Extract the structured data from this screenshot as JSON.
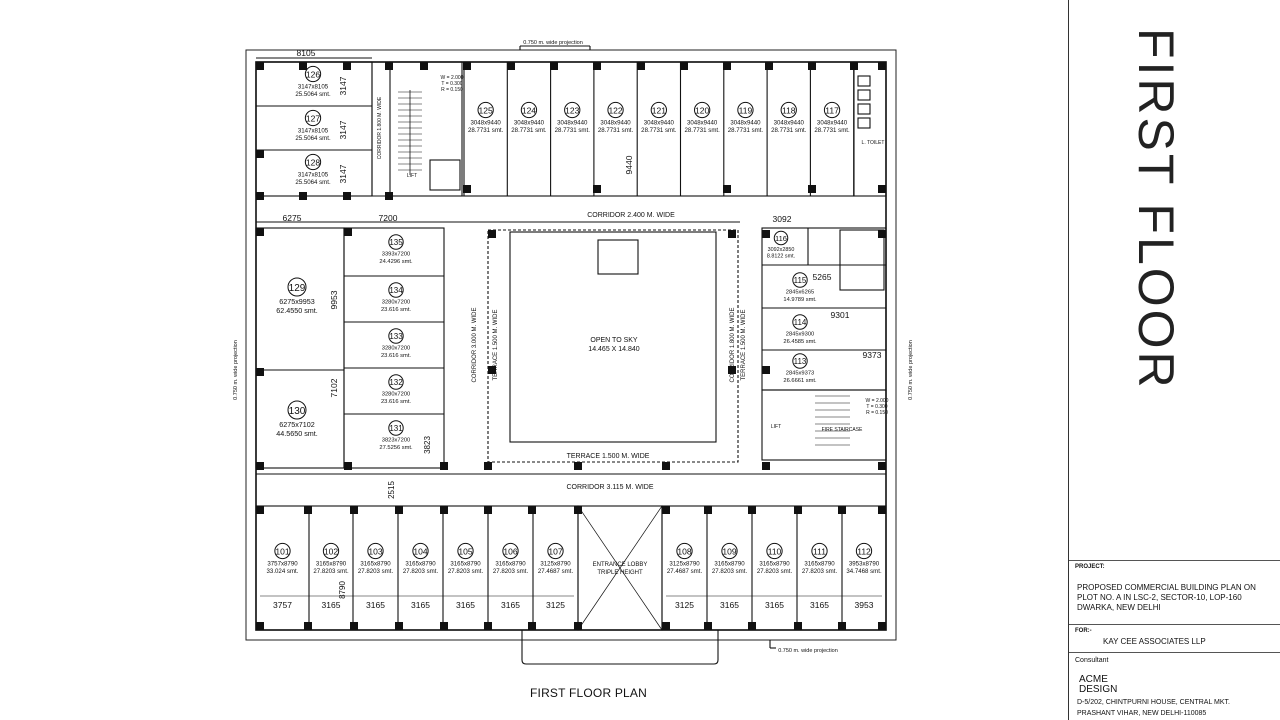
{
  "sheet": {
    "vertical_title": "FIRST FLOOR",
    "plan_caption": "FIRST FLOOR PLAN",
    "project_label": "PROJECT:",
    "project_text": [
      "PROPOSED COMMERCIAL BUILDING PLAN ON",
      "PLOT NO. A IN LSC-2, SECTOR-10, LOP-160",
      "DWARKA, NEW DELHI"
    ],
    "for_label": "FOR:-",
    "for_text": "KAY CEE ASSOCIATES LLP",
    "consultant_label": "Consultant",
    "consultant_name": [
      "ACME",
      "DESIGN"
    ],
    "consultant_address": [
      "D-5/202, CHINTPURNI HOUSE, CENTRAL MKT.",
      "PRASHANT VIHAR, NEW DELHI-110085"
    ]
  },
  "plan": {
    "projection_label": "0.750 m. wide projection",
    "corridors": {
      "top": "CORRIDOR 2.400 M. WIDE",
      "bottom": "CORRIDOR 3.115 M. WIDE",
      "left": "CORRIDOR 3.000 M. WIDE",
      "right": "CORRIDOR 1.800 M. WIDE",
      "stair": "CORRIDOR 1.800 M. WIDE"
    },
    "terraces": {
      "bottom": "TERRACE 1.500 M. WIDE",
      "left": "TERRACE 1.500 M. WIDE",
      "right": "TERRACE 1.500 M. WIDE"
    },
    "open_to_sky": [
      "OPEN TO SKY",
      "14.465 X 14.840"
    ],
    "lobby": [
      "ENTRANCE LOBBY",
      "TRIPLE HEIGHT"
    ],
    "fire_staircase": "FIRE STAIRCASE",
    "stair_specs": [
      "W = 2.000",
      "T = 0.300",
      "R = 0.150"
    ],
    "lift": "LIFT",
    "toilet": "L. TOILET",
    "dims": {
      "d8105": "8105",
      "d6275": "6275",
      "d7200": "7200",
      "d3092": "3092",
      "d9440": "9440",
      "d9953": "9953",
      "d7102": "7102",
      "d2515": "2515",
      "d3823": "3823",
      "d5265": "5265",
      "d9301": "9301",
      "d9373": "9373",
      "d3147": "3147",
      "d8790": "8790"
    },
    "rooms_top_left": [
      {
        "no": "126",
        "size": "3147x8105",
        "area": "25.5064 smt."
      },
      {
        "no": "127",
        "size": "3147x8105",
        "area": "25.5064 smt."
      },
      {
        "no": "128",
        "size": "3147x8105",
        "area": "25.5064 smt."
      }
    ],
    "rooms_top": [
      {
        "no": "125",
        "size": "3048x9440",
        "area": "28.7731 smt."
      },
      {
        "no": "124",
        "size": "3048x9440",
        "area": "28.7731 smt."
      },
      {
        "no": "123",
        "size": "3048x9440",
        "area": "28.7731 smt."
      },
      {
        "no": "122",
        "size": "3048x9440",
        "area": "28.7731 smt."
      },
      {
        "no": "121",
        "size": "3048x9440",
        "area": "28.7731 smt."
      },
      {
        "no": "120",
        "size": "3048x9440",
        "area": "28.7731 smt."
      },
      {
        "no": "119",
        "size": "3048x9440",
        "area": "28.7731 smt."
      },
      {
        "no": "118",
        "size": "3048x9440",
        "area": "28.7731 smt."
      },
      {
        "no": "117",
        "size": "3048x9440",
        "area": "28.7731 smt."
      }
    ],
    "rooms_left_big": [
      {
        "no": "129",
        "size": "6275x9953",
        "area": "62.4550 smt."
      },
      {
        "no": "130",
        "size": "6275x7102",
        "area": "44.5650 smt."
      }
    ],
    "rooms_left_small": [
      {
        "no": "135",
        "size": "3393x7200",
        "area": "24.4296 smt."
      },
      {
        "no": "134",
        "size": "3280x7200",
        "area": "23.616 smt."
      },
      {
        "no": "133",
        "size": "3280x7200",
        "area": "23.616 smt."
      },
      {
        "no": "132",
        "size": "3280x7200",
        "area": "23.616 smt."
      },
      {
        "no": "131",
        "size": "3823x7200",
        "area": "27.5256 smt."
      }
    ],
    "rooms_right": [
      {
        "no": "116",
        "size": "3092x2850",
        "area": "8.8122 smt."
      },
      {
        "no": "115",
        "size": "2845x6265",
        "area": "14.9789 smt."
      },
      {
        "no": "114",
        "size": "2845x9300",
        "area": "26.4585 smt."
      },
      {
        "no": "113",
        "size": "2845x9373",
        "area": "26.6661 smt."
      }
    ],
    "rooms_bottom_left": [
      {
        "no": "101",
        "size": "3757x8790",
        "area": "33.024 smt.",
        "width": "3757"
      },
      {
        "no": "102",
        "size": "3165x8790",
        "area": "27.8203 smt.",
        "width": "3165"
      },
      {
        "no": "103",
        "size": "3165x8790",
        "area": "27.8203 smt.",
        "width": "3165"
      },
      {
        "no": "104",
        "size": "3165x8790",
        "area": "27.8203 smt.",
        "width": "3165"
      },
      {
        "no": "105",
        "size": "3165x8790",
        "area": "27.8203 smt.",
        "width": "3165"
      },
      {
        "no": "106",
        "size": "3165x8790",
        "area": "27.8203 smt.",
        "width": "3165"
      },
      {
        "no": "107",
        "size": "3125x8790",
        "area": "27.4687 smt.",
        "width": "3125"
      }
    ],
    "rooms_bottom_right": [
      {
        "no": "108",
        "size": "3125x8790",
        "area": "27.4687 smt.",
        "width": "3125"
      },
      {
        "no": "109",
        "size": "3165x8790",
        "area": "27.8203 smt.",
        "width": "3165"
      },
      {
        "no": "110",
        "size": "3165x8790",
        "area": "27.8203 smt.",
        "width": "3165"
      },
      {
        "no": "111",
        "size": "3165x8790",
        "area": "27.8203 smt.",
        "width": "3165"
      },
      {
        "no": "112",
        "size": "3953x8790",
        "area": "34.7468 smt.",
        "width": "3953"
      }
    ]
  }
}
